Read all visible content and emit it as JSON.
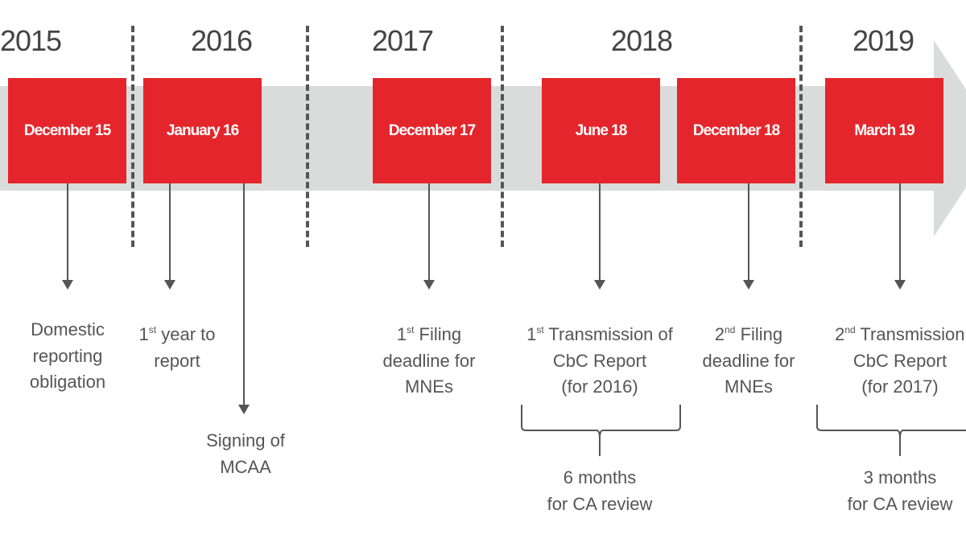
{
  "years": [
    "2015",
    "2016",
    "2017",
    "2018",
    "2019"
  ],
  "events": [
    {
      "date": "December 15",
      "desc": [
        "Domestic",
        "reporting",
        "obligation"
      ]
    },
    {
      "date": "January 16",
      "desc_ord": "1",
      "desc_sup": "st",
      "desc_rest": " year to",
      "desc2": "report",
      "desc_b": [
        "Signing of",
        "MCAA"
      ]
    },
    {
      "date": "December 17",
      "ord": "1",
      "sup": "st",
      "l1": " Filing",
      "l2": "deadline for",
      "l3": "MNEs"
    },
    {
      "date": "June 18",
      "ord": "1",
      "sup": "st",
      "l1": " Transmission of",
      "l2": "CbC Report",
      "l3": "(for 2016)"
    },
    {
      "date": "December 18",
      "ord": "2",
      "sup": "nd",
      "l1": " Filing",
      "l2": "deadline for",
      "l3": "MNEs"
    },
    {
      "date": "March 19",
      "ord": "2",
      "sup": "nd",
      "l1": " Transmission of",
      "l2": "CbC Report",
      "l3": "(for 2017)"
    }
  ],
  "reviews": [
    {
      "l1": "6 months",
      "l2": "for CA review"
    },
    {
      "l1": "3 months",
      "l2": "for CA review"
    }
  ],
  "colors": {
    "red": "#e4262c",
    "band": "#d9dcdb",
    "text": "#555555"
  }
}
